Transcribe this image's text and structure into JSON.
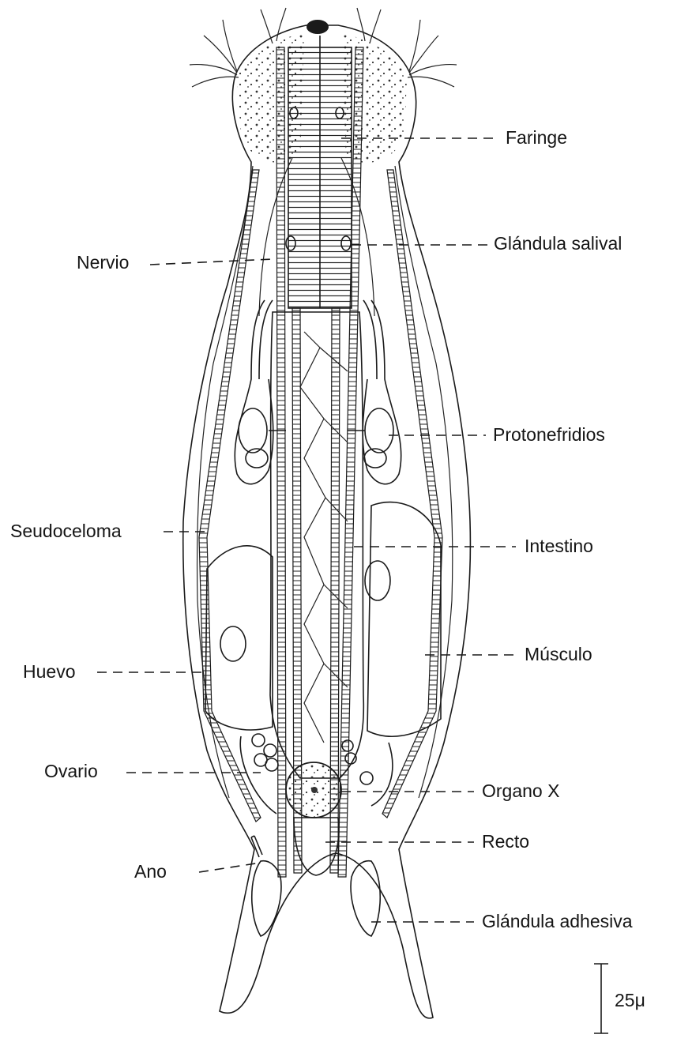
{
  "labels": {
    "faringe": "Faringe",
    "glandula_salival": "Glándula salival",
    "nervio": "Nervio",
    "protonefridios": "Protonefridios",
    "seudoceloma": "Seudoceloma",
    "intestino": "Intestino",
    "huevo": "Huevo",
    "musculo": "Músculo",
    "ovario": "Ovario",
    "organo_x": "Organo X",
    "recto": "Recto",
    "ano": "Ano",
    "glandula_adhesiva": "Glándula adhesiva"
  },
  "scale_bar": {
    "label": "25μ"
  },
  "colors": {
    "ink": "#1a1a1a",
    "paper": "#ffffff"
  }
}
